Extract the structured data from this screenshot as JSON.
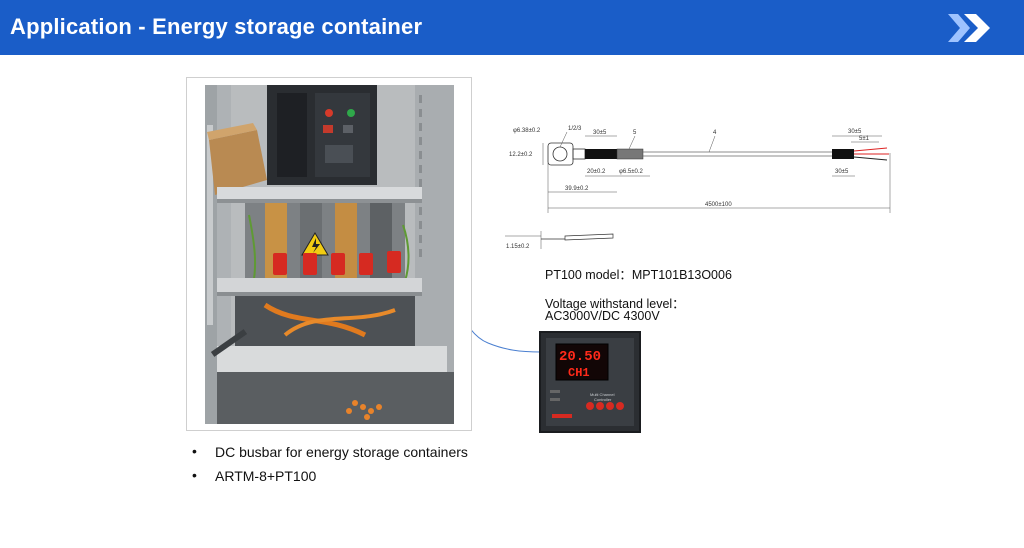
{
  "header": {
    "title": "Application - Energy storage container",
    "accent": "#1a5dc8",
    "icon": "double-chevron-right-icon"
  },
  "photo": {
    "subject": "cabinet-busbar-photo",
    "warning_icon": "high-voltage-warning-icon"
  },
  "drawing": {
    "labels": {
      "dia_ring": "φ6.38±0.2",
      "parts": "1/2/3",
      "lead_30": "30±5",
      "part5": "5",
      "part4": "4",
      "right_30": "30±5",
      "right_5": "5±1",
      "height": "12.2±0.2",
      "len_20": "20±0.2",
      "dia_65": "φ6.5±0.2",
      "bottom_30": "30±5",
      "len_399": "39.9±0.2",
      "total": "4500±100",
      "thickness": "1.15±0.2"
    }
  },
  "specs": {
    "model": "PT100 model：MPT101B13O006",
    "voltage_label": "Voltage withstand level：",
    "voltage_value": "AC3000V/DC 4300V"
  },
  "controller": {
    "display_line1": "20.50",
    "display_line2": "CH1",
    "panel_text_1": "Multi Channel",
    "panel_text_2": "Controller",
    "display_color": "#ff2a1a"
  },
  "bullets": [
    {
      "marker": "•",
      "text": "DC busbar for energy storage containers"
    },
    {
      "marker": "•",
      "text": "ARTM-8+PT100"
    }
  ]
}
